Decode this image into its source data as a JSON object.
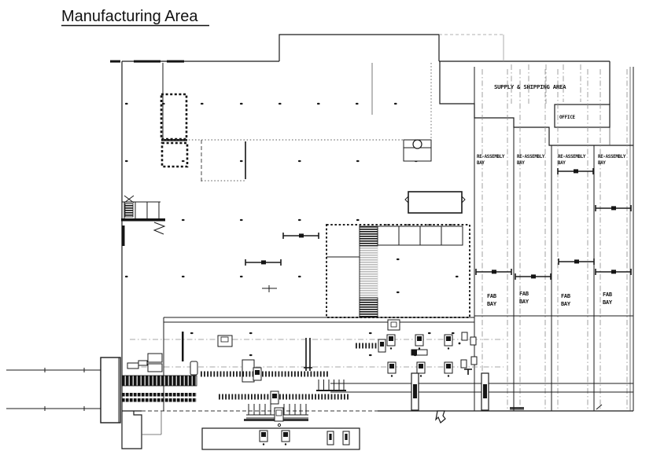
{
  "title": {
    "text": "Manufacturing Area"
  },
  "colors": {
    "background": "#ffffff",
    "line": "#1b1b1b",
    "column_line": "#8a8a8a"
  },
  "areas": {
    "supply_shipping": {
      "label": "SUPPLY & SHIPPING AREA"
    },
    "office": {
      "label": "OFFICE"
    },
    "reassembly_bays": {
      "count": 4,
      "label_line1": "RE-ASSEMBLY",
      "label_line2": "BAY"
    },
    "fab_bays": {
      "count": 4,
      "label_line1": "FAB",
      "label_line2": "BAY"
    }
  }
}
